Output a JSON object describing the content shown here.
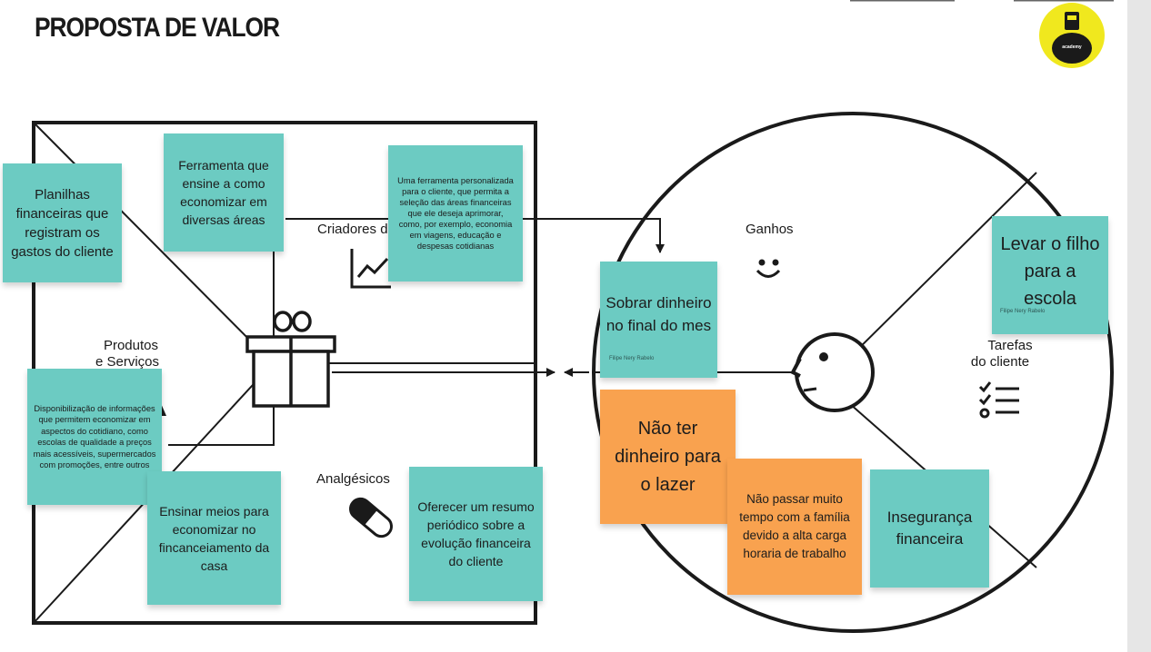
{
  "title": "PROPOSTA DE VALOR",
  "logo_text": "academy",
  "colors": {
    "teal": "#6ccbc2",
    "orange": "#f9a24f",
    "logo_yellow": "#f0e81e"
  },
  "labels": {
    "criadores": "Criadores de Ganhos",
    "produtos_l1": "Produtos",
    "produtos_l2": "e Serviços",
    "analgesicos": "Analgésicos",
    "ganhos": "Ganhos",
    "tarefas_l1": "Tarefas",
    "tarefas_l2": "do cliente"
  },
  "icons": [
    "gift-icon",
    "chart-trend-icon",
    "pill-icon",
    "smile-icon",
    "customer-face-icon",
    "checklist-icon",
    "logo-icon"
  ],
  "notes": {
    "planilhas": "Planilhas financeiras que registram os gastos do cliente",
    "ferramenta_ensine": "Ferramenta que ensine a como economizar em diversas áreas",
    "ferramenta_personalizada": "Uma ferramenta personalizada para o cliente, que permita a seleção das áreas financeiras que ele deseja aprimorar, como, por exemplo, economia em viagens, educação e despesas cotidianas",
    "disponibilizacao": "Disponibilização de informações que permitem economizar em aspectos do cotidiano, como escolas de qualidade a preços mais acessíveis, supermercados com promoções, entre outros",
    "ensinar": "Ensinar meios para economizar no fincanceiamento da casa",
    "oferecer": "Oferecer um resumo periódico sobre a evolução financeira do cliente",
    "sobrar": "Sobrar dinheiro no final do mes",
    "sobrar_author": "Filipe Nery Rabelo",
    "levar": "Levar o filho para a escola",
    "levar_author": "Filipe Nery Rabelo",
    "nao_ter": "Não ter dinheiro para o lazer",
    "nao_passar": "Não passar muito tempo com a família devido a alta carga horaria de trabalho",
    "inseguranca": "Insegurança financeira"
  }
}
